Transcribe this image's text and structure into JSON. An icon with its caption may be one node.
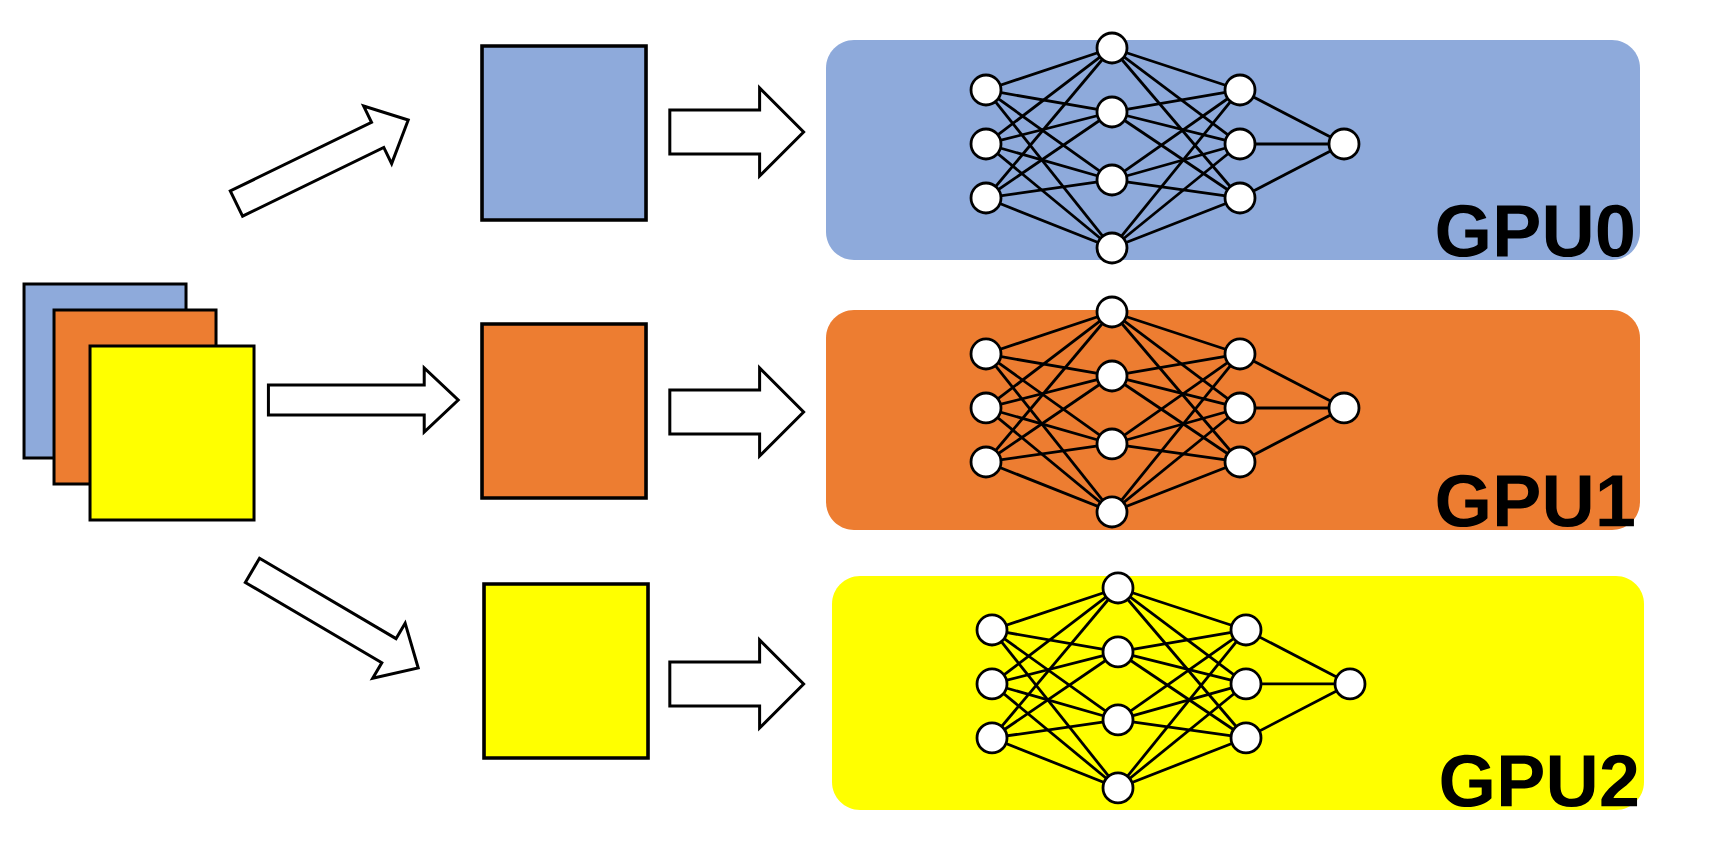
{
  "diagram": {
    "nodes": [
      {
        "text": [],
        "shape": "box"
      },
      {
        "text": [],
        "shape": "box"
      },
      {
        "text": [],
        "shape": "box"
      },
      {
        "text": [],
        "shape": "box"
      },
      {
        "text": [
          "GPU0"
        ]
      },
      {
        "text": [
          "GPU1"
        ]
      },
      {
        "text": [
          "GPU2"
        ]
      }
    ],
    "edges": [
      {
        "from": 0,
        "to": 1,
        "arrow": "to"
      },
      {
        "from": 0,
        "to": 2,
        "arrow": "to"
      },
      {
        "from": 0,
        "to": 3,
        "arrow": "to"
      },
      {
        "from": 1,
        "to": 4,
        "arrow": "to"
      },
      {
        "from": 2,
        "to": 5,
        "arrow": "to"
      },
      {
        "from": 3,
        "to": 6,
        "arrow": "to"
      }
    ]
  }
}
